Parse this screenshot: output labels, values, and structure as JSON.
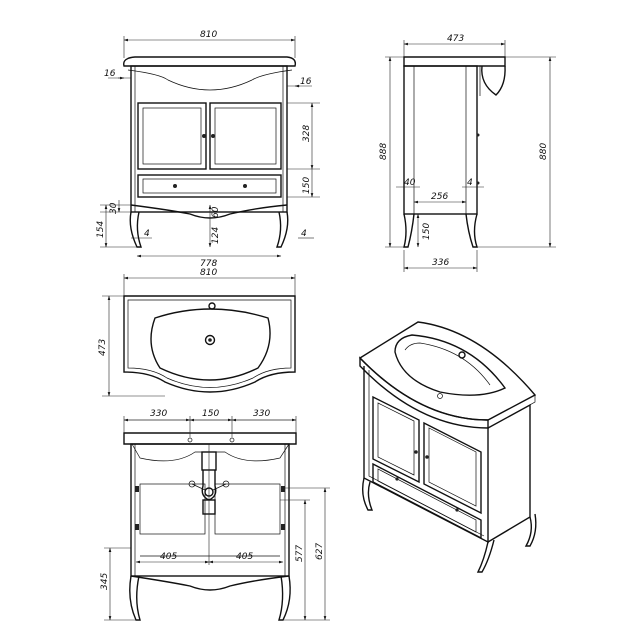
{
  "diagram": {
    "front_view": {
      "overall_width": "810",
      "side_overhang_left": "16",
      "side_overhang_right": "16",
      "door_height": "328",
      "drawer_height": "150",
      "base_height": "154",
      "base_part_a": "30",
      "base_part_b": "124",
      "kick_height": "60",
      "foot_offset": "4",
      "foot_offset_right": "4",
      "inner_width": "778"
    },
    "side_view": {
      "depth": "473",
      "total_height": "888",
      "body_height": "880",
      "leg_inset_left": "40",
      "leg_inset_right": "4",
      "leg_span": "256",
      "leg_height": "150",
      "base_depth": "336"
    },
    "top_view": {
      "width": "810",
      "depth": "473"
    },
    "rear_view": {
      "left_section": "330",
      "center_section": "150",
      "right_section": "330",
      "half_width_left": "405",
      "half_width_right": "405",
      "floor_to_drain": "345",
      "height_577": "577",
      "height_627": "627"
    }
  }
}
